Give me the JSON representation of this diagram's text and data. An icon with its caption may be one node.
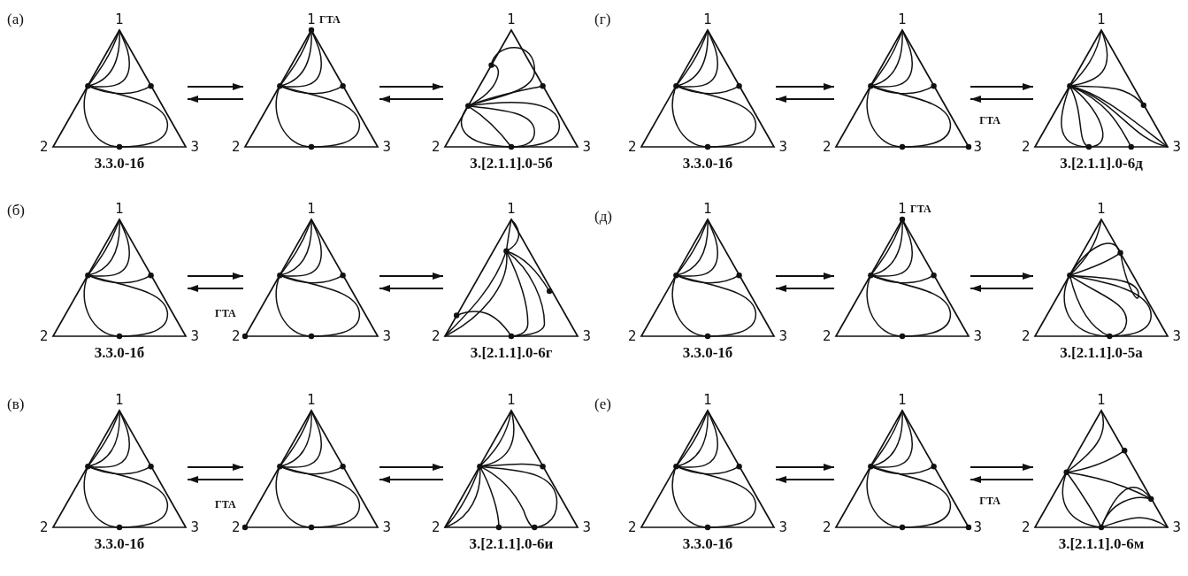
{
  "diagram": {
    "nodes": [
      {
        "text": [
          "1",
          "2",
          "3"
        ],
        "beside": [
          "3.3.0-1б"
        ]
      },
      {
        "text": [
          "1",
          "2",
          "3",
          "ГТА"
        ]
      },
      {
        "text": [
          "1",
          "2",
          "3"
        ],
        "beside": [
          "3.[2.1.1].0-5б"
        ]
      },
      {
        "text": [
          "1",
          "2",
          "3"
        ],
        "beside": [
          "3.3.0-1б"
        ]
      },
      {
        "text": [
          "1",
          "2",
          "3",
          "ГТА"
        ]
      },
      {
        "text": [
          "1",
          "2",
          "3"
        ],
        "beside": [
          "3.[2.1.1].0-6д"
        ]
      },
      {
        "text": [
          "1",
          "2",
          "3"
        ],
        "beside": [
          "3.3.0-1б"
        ]
      },
      {
        "text": [
          "1",
          "2",
          "3",
          "ГТА"
        ]
      },
      {
        "text": [
          "1",
          "2",
          "3"
        ],
        "beside": [
          "3.[2.1.1].0-6г"
        ]
      },
      {
        "text": [
          "1",
          "2",
          "3"
        ],
        "beside": [
          "3.3.0-1б"
        ]
      },
      {
        "text": [
          "1",
          "2",
          "3",
          "ГТА"
        ]
      },
      {
        "text": [
          "1",
          "2",
          "3"
        ],
        "beside": [
          "3.[2.1.1].0-5а"
        ]
      },
      {
        "text": [
          "1",
          "2",
          "3"
        ],
        "beside": [
          "3.3.0-1б"
        ]
      },
      {
        "text": [
          "1",
          "2",
          "3",
          "ГТА"
        ]
      },
      {
        "text": [
          "1",
          "2",
          "3"
        ],
        "beside": [
          "3.[2.1.1].0-6и"
        ]
      },
      {
        "text": [
          "1",
          "2",
          "3"
        ],
        "beside": [
          "3.3.0-1б"
        ]
      },
      {
        "text": [
          "1",
          "2",
          "3",
          "ГТА"
        ]
      },
      {
        "text": [
          "1",
          "2",
          "3"
        ],
        "beside": [
          "3.[2.1.1].0-6м"
        ]
      }
    ],
    "edges": [
      {
        "from": 0,
        "to": 1,
        "arrow": "to"
      },
      {
        "from": 1,
        "to": 0,
        "arrow": "to"
      },
      {
        "from": 1,
        "to": 2,
        "arrow": "to"
      },
      {
        "from": 2,
        "to": 1,
        "arrow": "to"
      },
      {
        "from": 3,
        "to": 4,
        "arrow": "to"
      },
      {
        "from": 4,
        "to": 3,
        "arrow": "to"
      },
      {
        "from": 4,
        "to": 5,
        "arrow": "to"
      },
      {
        "from": 5,
        "to": 4,
        "arrow": "to"
      },
      {
        "from": 6,
        "to": 7,
        "arrow": "to"
      },
      {
        "from": 7,
        "to": 6,
        "arrow": "to"
      },
      {
        "from": 7,
        "to": 8,
        "arrow": "to"
      },
      {
        "from": 8,
        "to": 7,
        "arrow": "to"
      },
      {
        "from": 9,
        "to": 10,
        "arrow": "to"
      },
      {
        "from": 10,
        "to": 9,
        "arrow": "to"
      },
      {
        "from": 10,
        "to": 11,
        "arrow": "to"
      },
      {
        "from": 11,
        "to": 10,
        "arrow": "to"
      },
      {
        "from": 12,
        "to": 13,
        "arrow": "to"
      },
      {
        "from": 13,
        "to": 12,
        "arrow": "to"
      },
      {
        "from": 13,
        "to": 14,
        "arrow": "to"
      },
      {
        "from": 14,
        "to": 13,
        "arrow": "to"
      },
      {
        "from": 15,
        "to": 16,
        "arrow": "to"
      },
      {
        "from": 16,
        "to": 15,
        "arrow": "to"
      },
      {
        "from": 16,
        "to": 17,
        "arrow": "to"
      },
      {
        "from": 17,
        "to": 16,
        "arrow": "to"
      }
    ],
    "labels": [
      "(а)",
      "(г)",
      "(б)",
      "(д)",
      "(в)",
      "(е)"
    ]
  }
}
